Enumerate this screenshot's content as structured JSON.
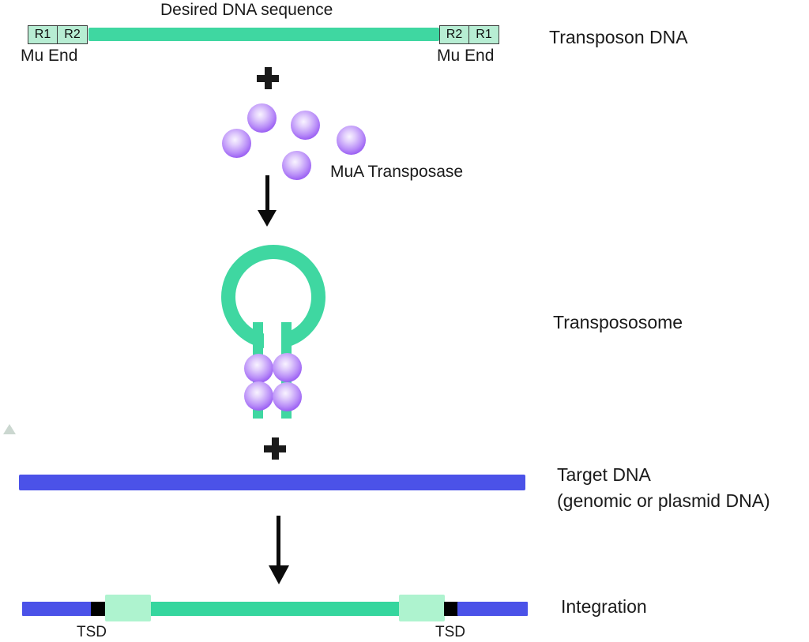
{
  "labels": {
    "title": "Desired DNA sequence",
    "transposon_dna": "Transposon DNA",
    "mu_end_left": "Mu End",
    "mu_end_right": "Mu End",
    "mua_transposase": "MuA Transposase",
    "transpososome": "Transpososome",
    "target_dna_line1": "Target DNA",
    "target_dna_line2": "(genomic or plasmid DNA)",
    "integration": "Integration",
    "tsd_left": "TSD",
    "tsd_right": "TSD"
  },
  "end_boxes": {
    "left": [
      "R1",
      "R2"
    ],
    "right": [
      "R2",
      "R1"
    ]
  },
  "icons": {
    "plus_top": "plus-icon",
    "plus_middle": "plus-icon",
    "arrow_after_transposase": "down-arrow-icon",
    "arrow_to_integration": "down-arrow-icon",
    "watermark": "up-triangle-watermark-icon"
  },
  "colors": {
    "dna_green": "#3fd7a1",
    "integration_green": "#35d69e",
    "end_box_pale_green": "#b7edd3",
    "integration_pale_green": "#aef3cf",
    "target_blue": "#4b52e8",
    "tsd_black": "#000000",
    "transposase_purple": "#8440ef",
    "text_black": "#1a1a1a"
  }
}
